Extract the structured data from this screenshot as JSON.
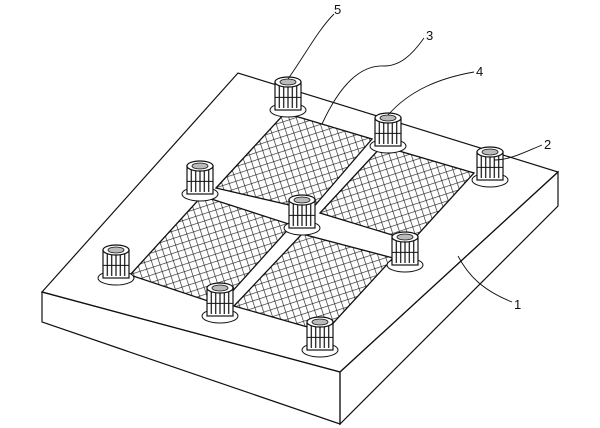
{
  "diagram": {
    "labels": [
      {
        "id": "label-1",
        "text": "1"
      },
      {
        "id": "label-2",
        "text": "2"
      },
      {
        "id": "label-3",
        "text": "3"
      },
      {
        "id": "label-4",
        "text": "4"
      },
      {
        "id": "label-5",
        "text": "5"
      }
    ]
  }
}
